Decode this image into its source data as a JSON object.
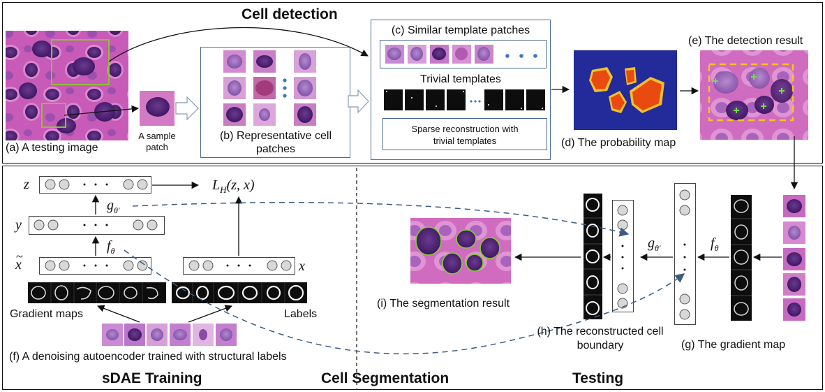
{
  "titles": {
    "cell_detection": "Cell detection",
    "sdae_training": "sDAE Training",
    "cell_segmentation": "Cell Segmentation",
    "testing": "Testing"
  },
  "labels": {
    "a": "(a) A testing image",
    "sample_patch_line1": "A sample",
    "sample_patch_line2": "patch",
    "b_line1": "(b) Representative cell",
    "b_line2": "patches",
    "c": "(c) Similar template patches",
    "trivial_templates": "Trivial templates",
    "sparse_line1": "Sparse reconstruction with",
    "sparse_line2": "trivial templates",
    "d": "(d) The probability map",
    "e": "(e) The detection result",
    "gradient_maps": "Gradient maps",
    "labels_word": "Labels",
    "f": "(f) A denoising autoencoder trained with structural labels",
    "i": "(i) The segmentation result",
    "h_line1": "(h) The reconstructed cell",
    "h_line2": "boundary",
    "g": "(g) The gradient map"
  },
  "math": {
    "z": "z",
    "y": "y",
    "x_tilde": "x",
    "x": "x",
    "loss": "L",
    "loss_sub": "H",
    "loss_args": "(z, x)",
    "g": "g",
    "f": "f",
    "theta": "θ",
    "theta_prime": "θ'",
    "tilde": "~"
  },
  "colors": {
    "box_border": "#4a6b8c",
    "dashed_arrow": "#3b5b80",
    "detection_box": "#f5c518",
    "template_dots": "#3a78c0",
    "tissue": "#c85ab8",
    "nucleus": "#4a1f6e",
    "prob_map_bg": "#232a99",
    "prob_region": "#e84a10",
    "seg_contour": "#7fd12a",
    "detect_plus": "#6ee04a"
  }
}
